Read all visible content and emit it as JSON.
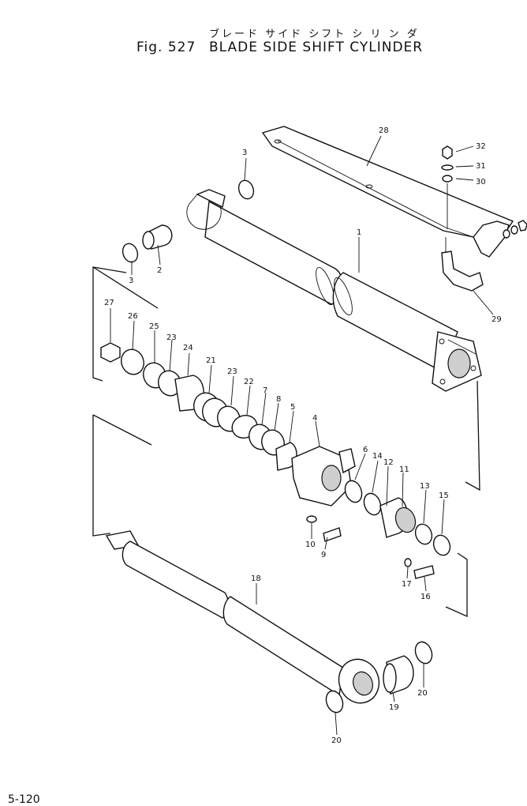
{
  "header": {
    "subtitle": "ブレード サイド シフト シ リ ン ダ",
    "fig_label": "Fig. 527",
    "title": "BLADE SIDE SHIFT CYLINDER"
  },
  "footer": {
    "page": "5-120"
  },
  "callouts": {
    "c1": "1",
    "c2": "2",
    "c3a": "3",
    "c3b": "3",
    "c4": "4",
    "c5": "5",
    "c6": "6",
    "c7": "7",
    "c8": "8",
    "c9": "9",
    "c10": "10",
    "c11": "11",
    "c12": "12",
    "c13": "13",
    "c14": "14",
    "c15": "15",
    "c16": "16",
    "c17": "17",
    "c18": "18",
    "c19": "19",
    "c20a": "20",
    "c20b": "20",
    "c21": "21",
    "c22": "22",
    "c23a": "23",
    "c23b": "23",
    "c24": "24",
    "c25": "25",
    "c26": "26",
    "c27": "27",
    "c28": "28",
    "c29": "29",
    "c30": "30",
    "c31": "31",
    "c32": "32"
  }
}
